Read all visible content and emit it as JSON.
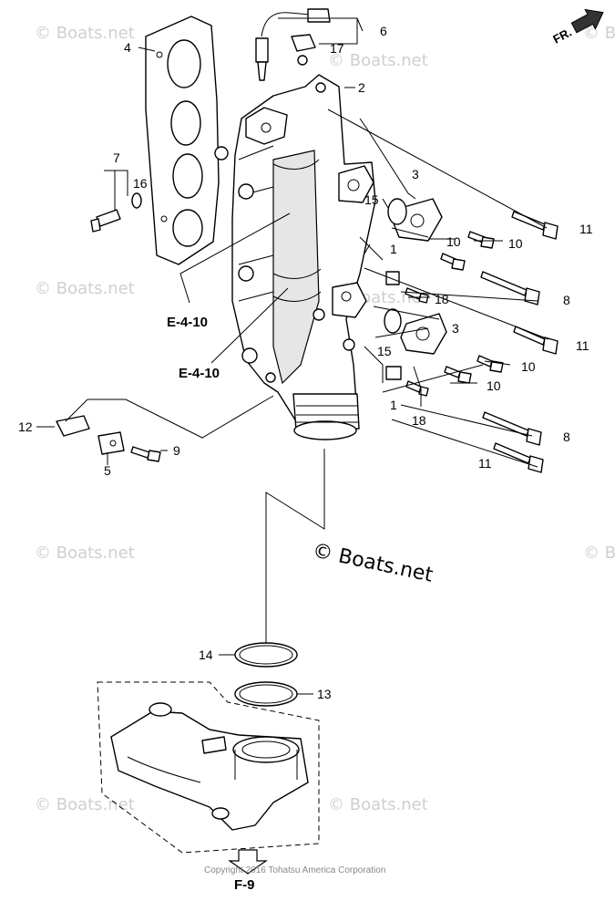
{
  "orientation_label": "FR.",
  "callouts": {
    "c1a": "1",
    "c1b": "1",
    "c2": "2",
    "c3a": "3",
    "c3b": "3",
    "c4": "4",
    "c5": "5",
    "c6": "6",
    "c7": "7",
    "c8a": "8",
    "c8b": "8",
    "c9": "9",
    "c10a": "10",
    "c10b": "10",
    "c10c": "10",
    "c10d": "10",
    "c11a": "11",
    "c11b": "11",
    "c11c": "11",
    "c12": "12",
    "c13": "13",
    "c14": "14",
    "c15a": "15",
    "c15b": "15",
    "c16": "16",
    "c17": "17",
    "c18a": "18",
    "c18b": "18"
  },
  "references": {
    "e410a": "E-4-10",
    "e410b": "E-4-10",
    "f9": "F-9"
  },
  "watermark": "© Boats.net",
  "copyright": "Copyright 2016 Tohatsu America Corporation"
}
